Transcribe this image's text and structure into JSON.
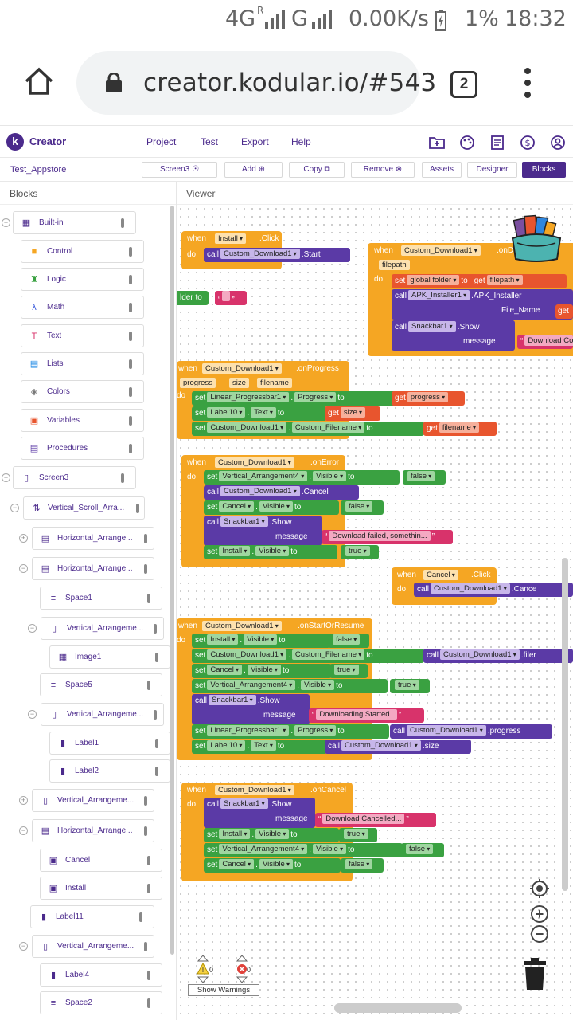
{
  "status_bar": {
    "network": "4G",
    "roaming": "R",
    "network2": "G",
    "speed": "0.00K/s",
    "battery": "1%",
    "time": "18:32"
  },
  "browser": {
    "url": "creator.kodular.io/#543",
    "tab_count": "2"
  },
  "app": {
    "brand": "Creator",
    "menu": [
      "Project",
      "Test",
      "Export",
      "Help"
    ],
    "header_icons": [
      "folder-add-icon",
      "palette-icon",
      "list-icon",
      "dollar-icon",
      "account-icon"
    ],
    "project_name": "Test_Appstore",
    "toolbar": {
      "screen": "Screen3",
      "add": "Add",
      "copy": "Copy",
      "remove": "Remove",
      "assets": "Assets",
      "designer": "Designer",
      "blocks": "Blocks"
    },
    "panels": {
      "left": "Blocks",
      "right": "Viewer"
    }
  },
  "tree": [
    "Built-in",
    "Control",
    "Logic",
    "Math",
    "Text",
    "Lists",
    "Colors",
    "Variables",
    "Procedures",
    "Screen3",
    "Vertical_Scroll_Arra...",
    "Horizontal_Arrange...",
    "Horizontal_Arrange...",
    "Space1",
    "Vertical_Arrangeme...",
    "Image1",
    "Space5",
    "Vertical_Arrangeme...",
    "Label1",
    "Label2",
    "Vertical_Arrangeme...",
    "Horizontal_Arrange...",
    "Cancel",
    "Install",
    "Label11",
    "Vertical_Arrangeme...",
    "Label4",
    "Space2"
  ],
  "blocks": {
    "kw": {
      "when": "when",
      "do": "do",
      "set": "set",
      "call": "call",
      "get": "get",
      "to": "to",
      "dot": "."
    },
    "b1": {
      "comp": "Install",
      "event": ".Click",
      "call_comp": "Custom_Download1",
      "call_method": ".Start"
    },
    "b2": {
      "comp": "Custom_Download1",
      "event": ".onD",
      "param": "filepath",
      "var": "global folder",
      "get1": "filepath",
      "comp2": "APK_Installer1",
      "method2": ".APK_Installer",
      "arg": "File_Name",
      "get2": "get",
      "comp3": "Snackbar1",
      "method3": ".Show",
      "arg3": "message",
      "text3": "Download Co"
    },
    "b_frag": {
      "text1": "lder",
      "to": "to",
      "empty": ""
    },
    "b3": {
      "comp": "Custom_Download1",
      "event": ".onProgress",
      "p1": "progress",
      "p2": "size",
      "p3": "filename",
      "r1c": "Linear_Progressbar1",
      "r1p": "Progress",
      "r1g": "progress",
      "r2c": "Label10",
      "r2p": "Text",
      "r2g": "size",
      "r3c": "Custom_Download1",
      "r3p": "Custom_Filename",
      "r3g": "filename"
    },
    "b4": {
      "comp": "Custom_Download1",
      "event": ".onError",
      "r1c": "Vertical_Arrangement4",
      "r1p": "Visible",
      "r1v": "false",
      "r2c": "Custom_Download1",
      "r2m": ".Cancel",
      "r3c": "Cancel",
      "r3p": "Visible",
      "r3v": "false",
      "r4c": "Snackbar1",
      "r4m": ".Show",
      "r4a": "message",
      "r4t": "Download failed, somethin...",
      "r5c": "Install",
      "r5p": "Visible",
      "r5v": "true"
    },
    "b5": {
      "comp": "Cancel",
      "event": ".Click",
      "call_comp": "Custom_Download1",
      "call_method": ".Cance"
    },
    "b6": {
      "comp": "Custom_Download1",
      "event": ".onStartOrResume",
      "r1c": "Install",
      "r1p": "Visible",
      "r1v": "false",
      "r2c": "Custom_Download1",
      "r2p": "Custom_Filename",
      "r2cc": "Custom_Download1",
      "r2cm": ".filer",
      "r3c": "Cancel",
      "r3p": "Visible",
      "r3v": "true",
      "r4c": "Vertical_Arrangement4",
      "r4p": "Visible",
      "r4v": "true",
      "r5c": "Snackbar1",
      "r5m": ".Show",
      "r5a": "message",
      "r5t": "Downloading Started..",
      "r6c": "Linear_Progressbar1",
      "r6p": "Progress",
      "r6cc": "Custom_Download1",
      "r6cm": ".progress",
      "r7c": "Label10",
      "r7p": "Text",
      "r7cc": "Custom_Download1",
      "r7cm": ".size"
    },
    "b7": {
      "comp": "Custom_Download1",
      "event": ".onCancel",
      "r1c": "Snackbar1",
      "r1m": ".Show",
      "r1a": "message",
      "r1t": "Download Cancelled...",
      "r2c": "Install",
      "r2p": "Visible",
      "r2v": "true",
      "r3c": "Vertical_Arrangement4",
      "r3p": "Visible",
      "r3v": "false",
      "r4c": "Cancel",
      "r4p": "Visible",
      "r4v": "false"
    }
  },
  "warnings": {
    "warning_count": "0",
    "error_count": "0",
    "button": "Show Warnings"
  },
  "colors": {
    "brand": "#4b2a8c",
    "event": "#f5a623",
    "setter": "#3aa141",
    "call": "#5b3aa6",
    "getter": "#e8552e",
    "text": "#d8336b"
  }
}
